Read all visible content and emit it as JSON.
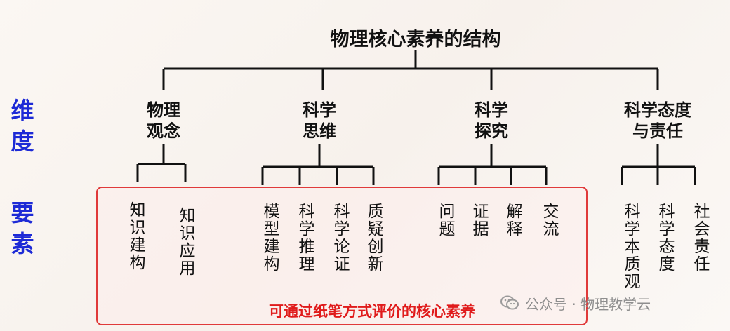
{
  "title": "物理核心素养的结构",
  "row_labels": {
    "dimensions": "维\n度",
    "elements": "要\n素"
  },
  "dimensions": [
    {
      "label": "物理\n观念",
      "elements": [
        "知\n识\n建\n构",
        "知\n识\n应\n用"
      ]
    },
    {
      "label": "科学\n思维",
      "elements": [
        "模\n型\n建\n构",
        "科\n学\n推\n理",
        "科\n学\n论\n证",
        "质\n疑\n创\n新"
      ]
    },
    {
      "label": "科学\n探究",
      "elements": [
        "问\n题",
        "证\n据",
        "解\n释",
        "交\n流"
      ]
    },
    {
      "label": "科学态度\n与责任",
      "elements": [
        "科\n学\n本\n质\n观",
        "科\n学\n态\n度",
        "社\n会\n责\n任"
      ]
    }
  ],
  "paper_assessable_caption": "可通过纸笔方式评价的核心素养",
  "watermark": {
    "text": "公众号 · 物理教学云",
    "icon": "wechat-icon"
  },
  "colors": {
    "dimension_label": "#1d2ad6",
    "highlight": "#e01b1b"
  }
}
